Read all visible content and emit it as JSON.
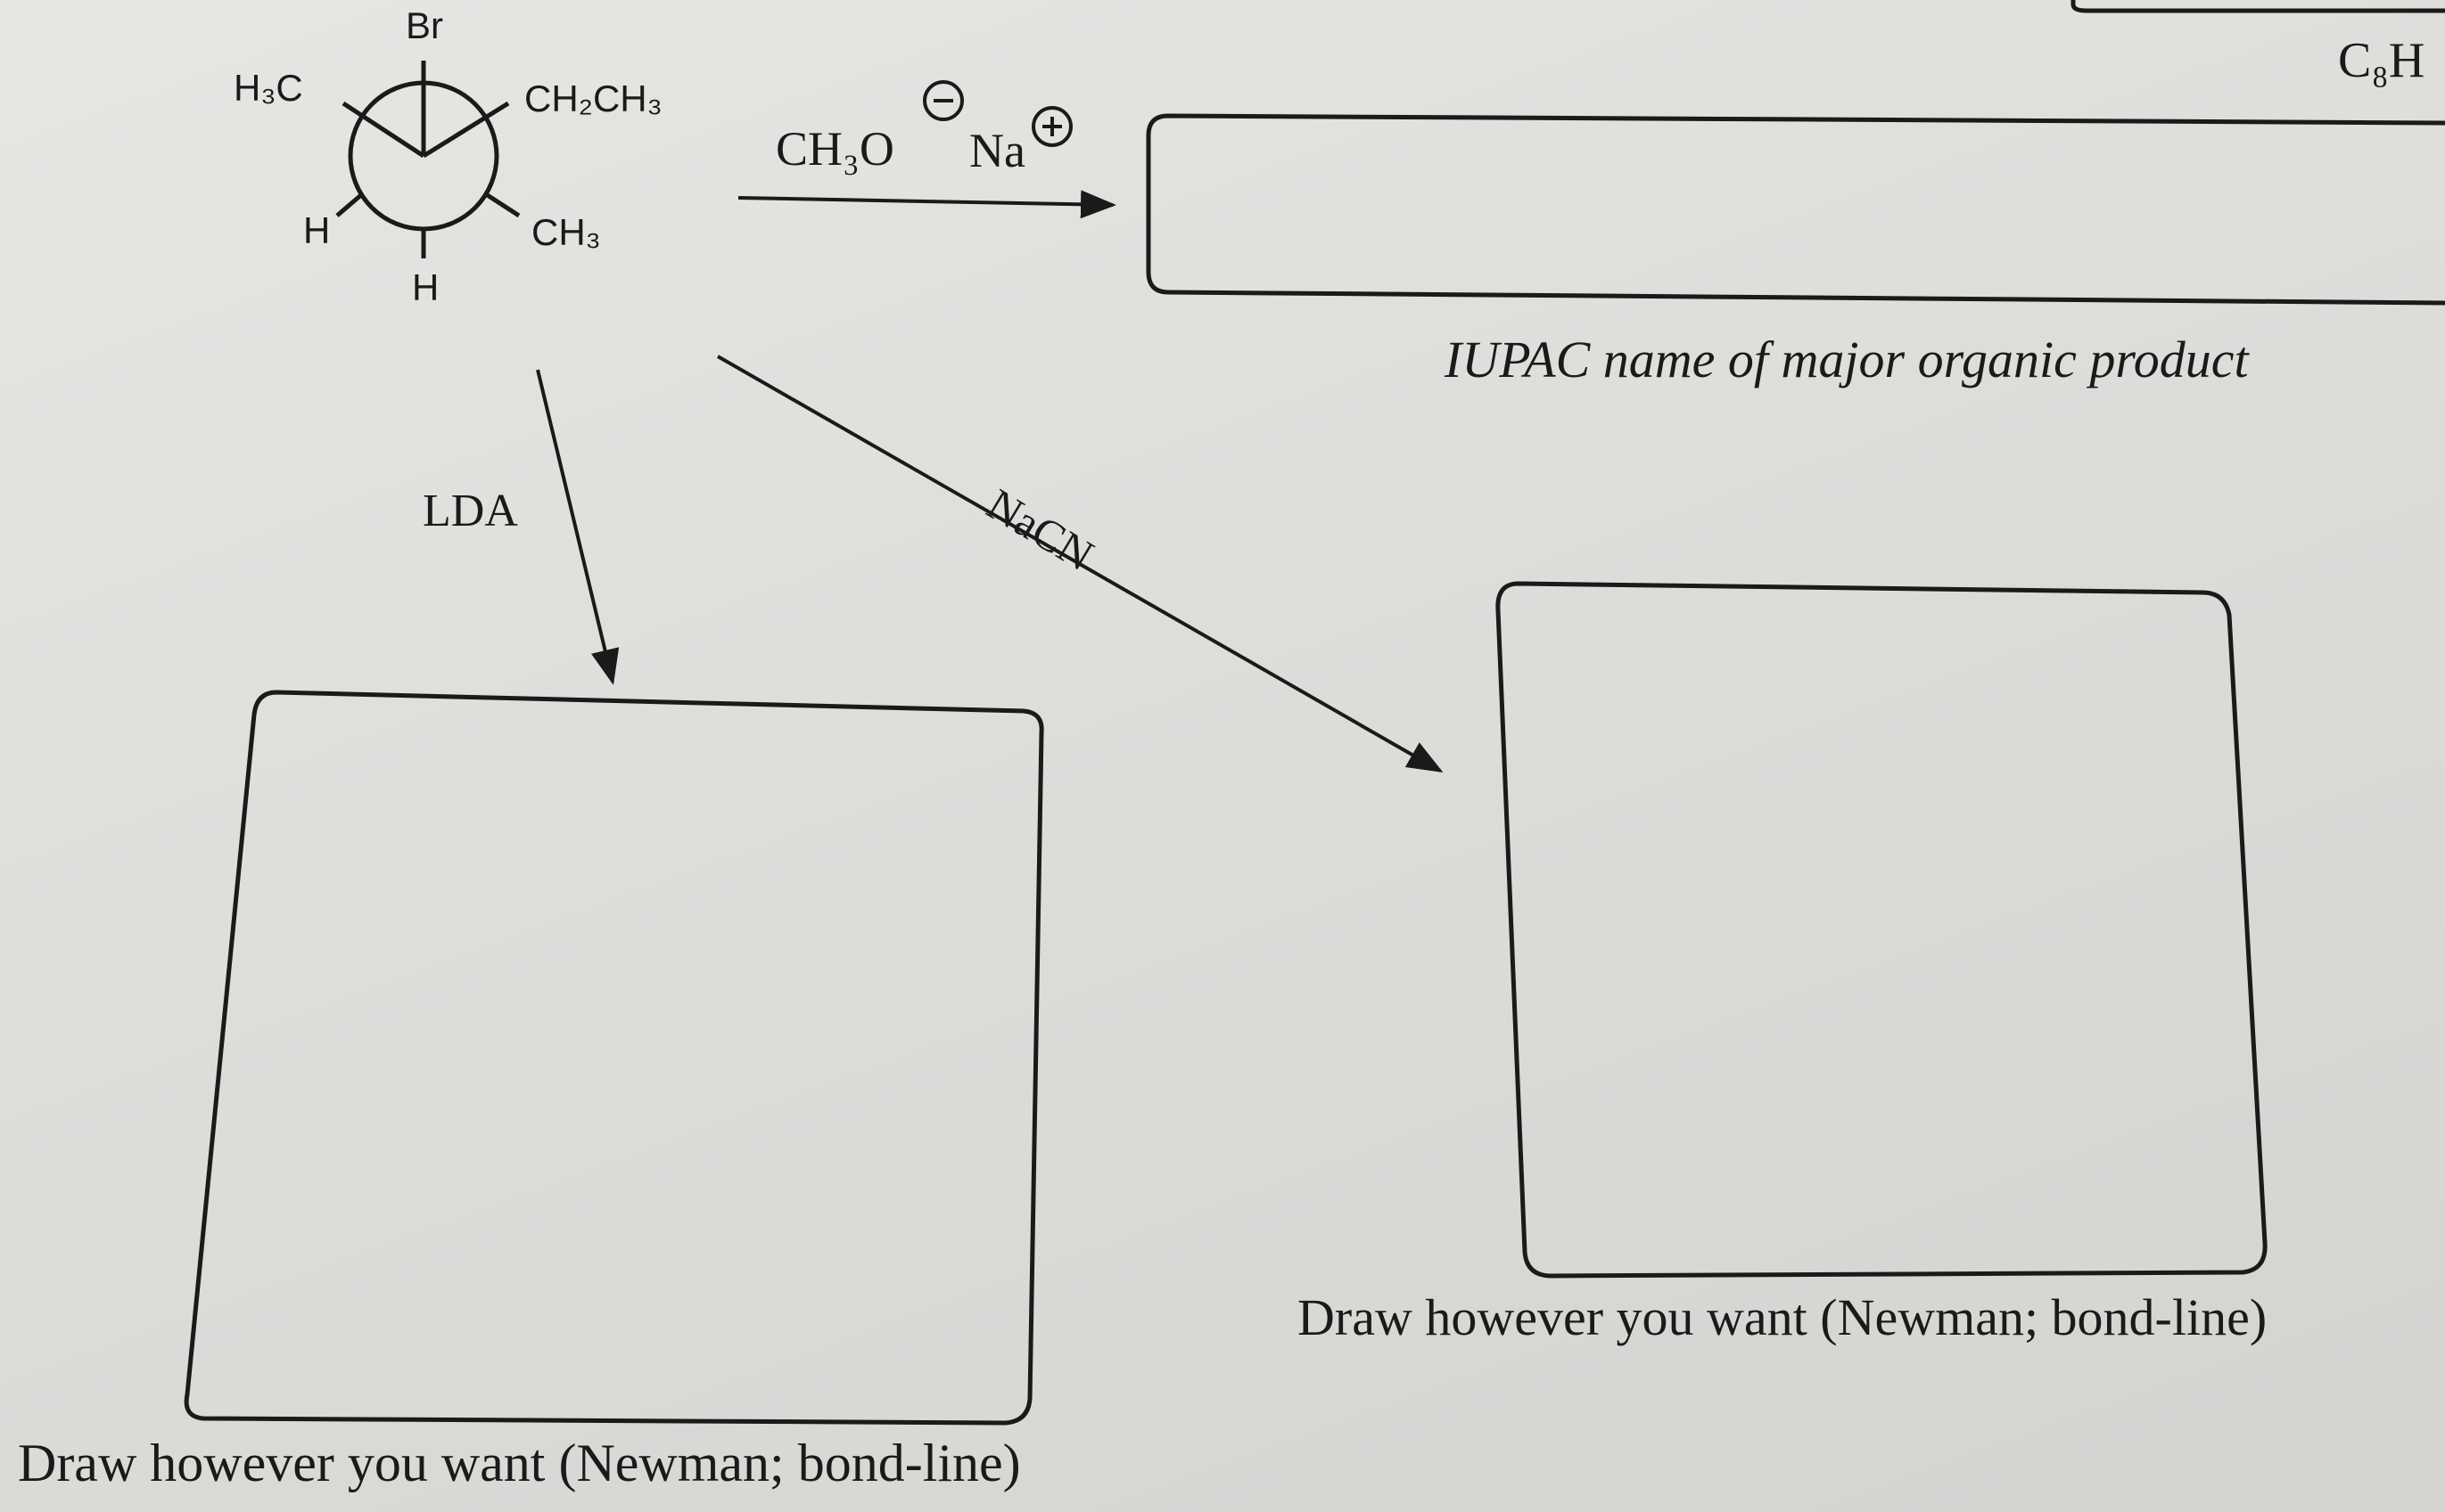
{
  "reactant": {
    "front_top": "Br",
    "front_left": "H₃C",
    "front_right": "CH₂CH₃",
    "back_left": "H",
    "back_right": "CH₃",
    "back_bottom": "H"
  },
  "reactions": {
    "top": {
      "reagent_anion": "CH₃O",
      "reagent_cation": "Na",
      "anion_charge": "−",
      "cation_charge": "+"
    },
    "diagonal": {
      "reagent": "NaCN"
    },
    "down": {
      "reagent": "LDA"
    }
  },
  "answer_boxes": {
    "top_right_formula": "C₈H",
    "iupac_caption": "IUPAC name of major organic product",
    "right_caption": "Draw however you want (Newman; bond-line)",
    "bottom_left_caption": "Draw however you want (Newman; bond-line)"
  }
}
